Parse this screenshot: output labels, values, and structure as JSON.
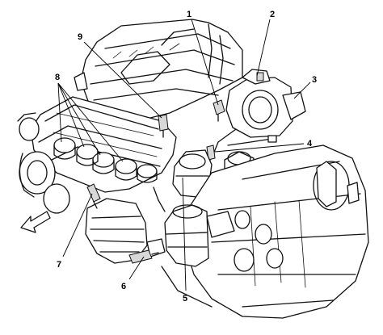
{
  "callouts": [
    {
      "id": "1",
      "label": "1"
    },
    {
      "id": "2",
      "label": "2"
    },
    {
      "id": "3",
      "label": "3"
    },
    {
      "id": "4",
      "label": "4"
    },
    {
      "id": "5",
      "label": "5"
    },
    {
      "id": "6",
      "label": "6"
    },
    {
      "id": "7",
      "label": "7"
    },
    {
      "id": "8",
      "label": "8"
    },
    {
      "id": "9",
      "label": "9"
    }
  ],
  "icons": {
    "direction_arrow": "front-direction-arrow-icon"
  }
}
